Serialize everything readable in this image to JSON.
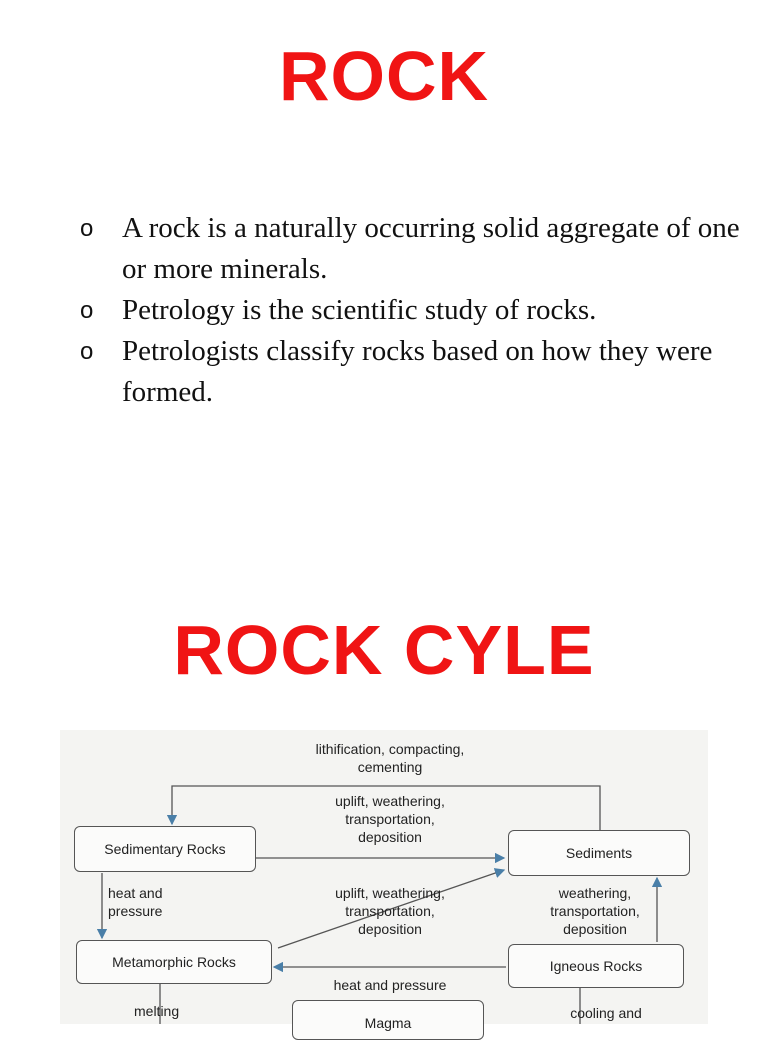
{
  "titles": {
    "rock": "ROCK",
    "rock_cycle": "ROCK CYLE"
  },
  "bullets": [
    "A rock is a naturally occurring solid aggregate of one or more minerals.",
    "Petrology is the scientific study of rocks.",
    "Petrologists classify rocks based on how they were formed."
  ],
  "bullet_marker": "o",
  "diagram": {
    "nodes": {
      "sedimentary": "Sedimentary Rocks",
      "sediments": "Sediments",
      "metamorphic": "Metamorphic Rocks",
      "igneous": "Igneous Rocks",
      "magma": "Magma"
    },
    "labels": {
      "top_line1": "lithification, compacting,",
      "top_line2": "cementing",
      "upper_line1": "uplift, weathering,",
      "upper_line2": "transportation,",
      "upper_line3": "deposition",
      "heat_line1": "heat and",
      "heat_line2": "pressure",
      "mid_line1": "uplift, weathering,",
      "mid_line2": "transportation,",
      "mid_line3": "deposition",
      "right_line1": "weathering,",
      "right_line2": "transportation,",
      "right_line3": "deposition",
      "heat_pressure": "heat and pressure",
      "melting": "melting",
      "cooling": "cooling and"
    }
  }
}
